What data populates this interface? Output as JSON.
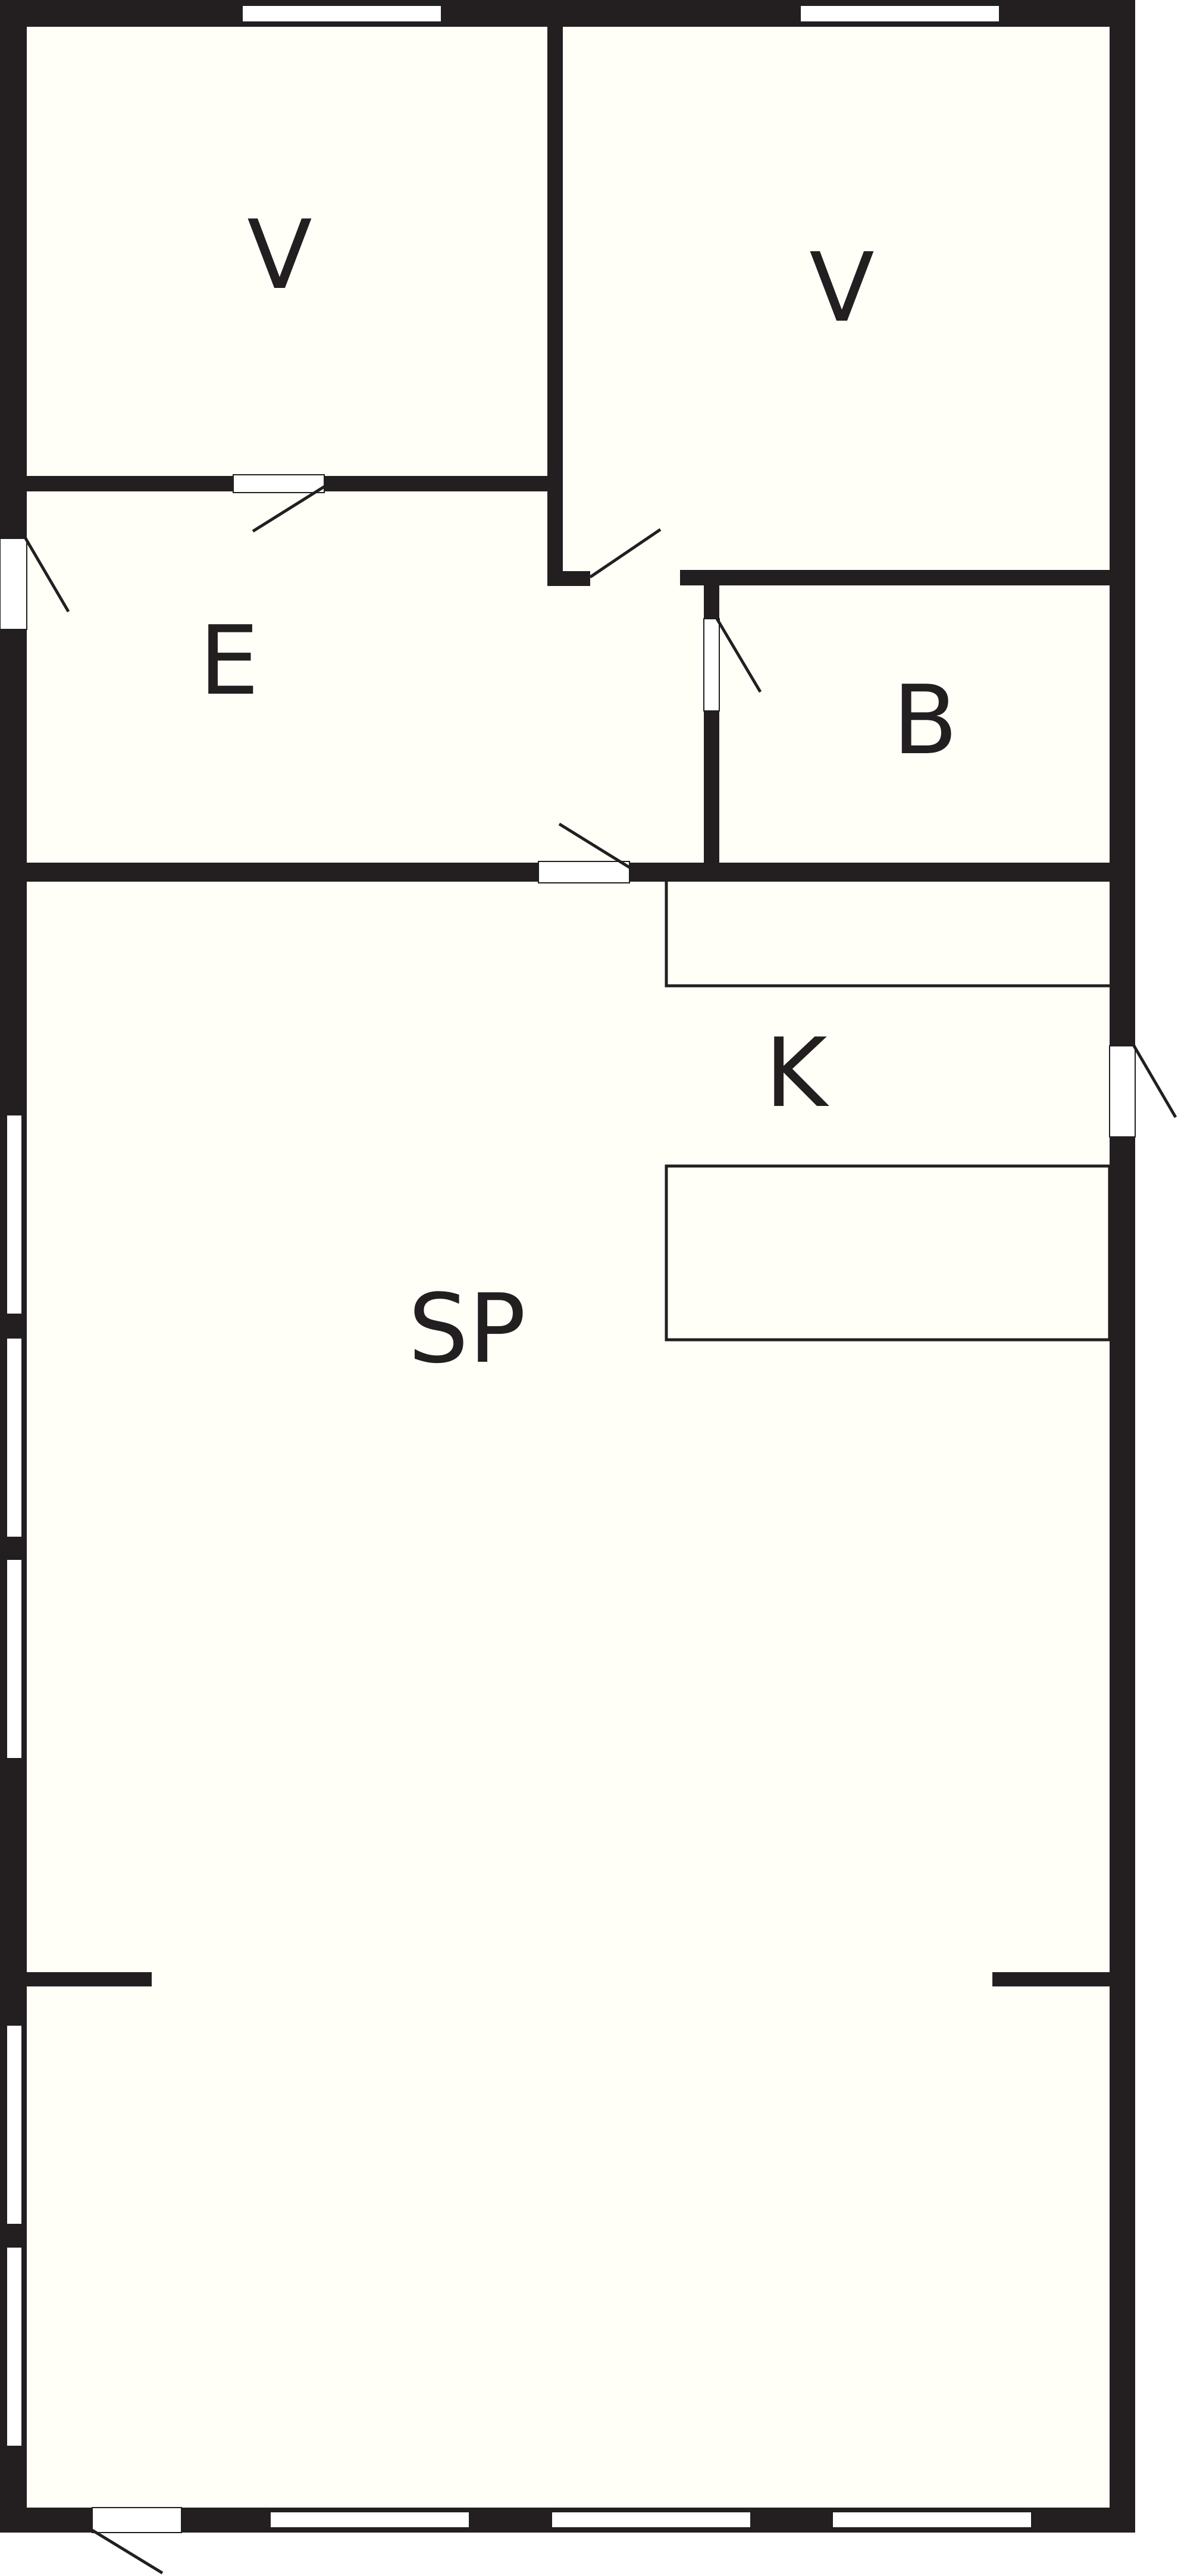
{
  "plan": {
    "colors": {
      "wall": "#231f20",
      "floor": "#fffff8",
      "opening": "#ffffff",
      "fixture_line": "#231f20"
    },
    "rooms": {
      "v_left": {
        "label": "V"
      },
      "v_right": {
        "label": "V"
      },
      "entry": {
        "label": "E"
      },
      "bath": {
        "label": "B"
      },
      "kitchen": {
        "label": "K"
      },
      "living": {
        "label": "SP"
      }
    }
  }
}
